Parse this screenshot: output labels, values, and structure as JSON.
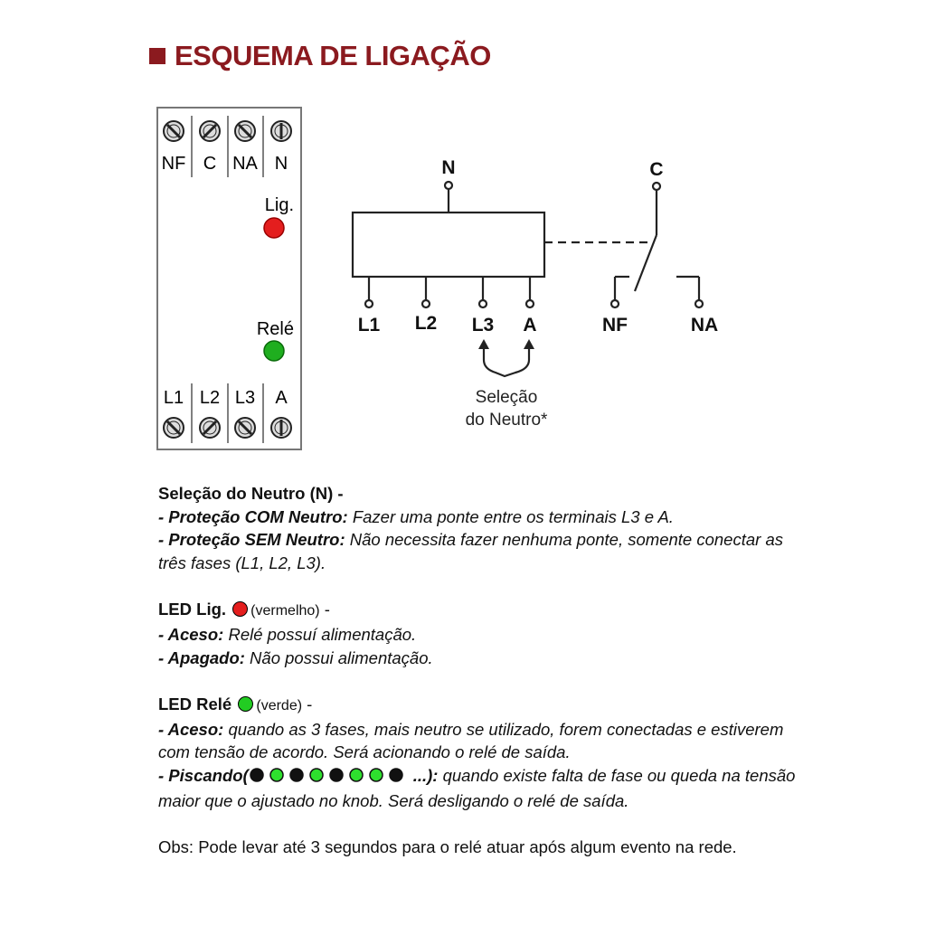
{
  "heading": "ESQUEMA DE LIGAÇÃO",
  "device": {
    "top_terminals": [
      "NF",
      "C",
      "NA",
      "N"
    ],
    "bottom_terminals": [
      "L1",
      "L2",
      "L3",
      "A"
    ],
    "led_lig_label": "Lig.",
    "led_rele_label": "Relé"
  },
  "schematic": {
    "n_label": "N",
    "c_label": "C",
    "inputs": [
      "L1",
      "L2",
      "L3",
      "A"
    ],
    "nf_label": "NF",
    "na_label": "NA",
    "selection_line1": "Seleção",
    "selection_line2": "do Neutro*"
  },
  "notes": {
    "neutral_title": "Seleção do Neutro (N)  -",
    "com_label": "- Proteção COM Neutro:",
    "com_text": " Fazer uma ponte entre os terminais L3 e A.",
    "sem_label": "- Proteção SEM Neutro:",
    "sem_text": " Não necessita fazer nenhuma ponte, somente conectar as três fases (L1, L2, L3).",
    "led_lig_title": "LED Lig.",
    "led_lig_color": "(vermelho)",
    "led_lig_dash": " -",
    "aceso_label": "- Aceso:",
    "lig_aceso_text": " Relé possuí alimentação.",
    "apagado_label": "- Apagado:",
    "lig_apagado_text": " Não possui alimentação.",
    "led_rele_title": "LED Relé",
    "led_rele_color": "(verde)",
    "led_rele_dash": " -",
    "rele_aceso_text": " quando as 3 fases, mais neutro se utilizado, forem conectadas e estiverem com tensão de acordo. Será acionando o relé de saída.",
    "piscando_label": "- Piscando(",
    "piscando_end": "...):",
    "piscando_text": " quando existe falta de fase ou queda na tensão maior que o ajustado no knob. Será desligando o relé de saída.",
    "obs": "Obs: Pode levar até 3 segundos para o relé atuar após algum evento na rede."
  },
  "colors": {
    "heading": "#8b1a1f",
    "led_red": "#e41e1e",
    "led_green": "#22cc22"
  }
}
